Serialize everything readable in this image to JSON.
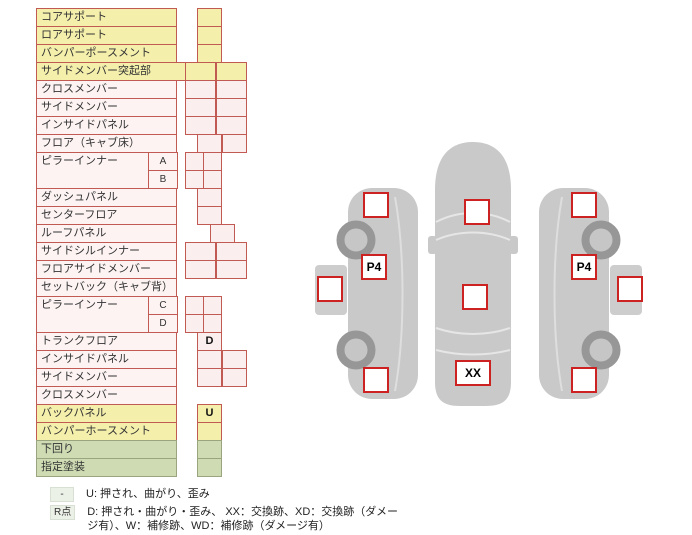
{
  "colors": {
    "yellow": "#f5efac",
    "pink": "#fdf3f3",
    "pink_cell": "#fbeeee",
    "green": "#cedbb3",
    "red_border": "#c05a52",
    "green_border": "#9aa57f",
    "marker_red": "#cc2222",
    "car_gray": "#c9c9c9",
    "wheel_gray": "#979797"
  },
  "table": {
    "rows": [
      {
        "label": "コアサポート",
        "theme": "yellow",
        "variant": "s",
        "texts": [
          ""
        ]
      },
      {
        "label": "ロアサポート",
        "theme": "yellow",
        "variant": "s",
        "texts": [
          ""
        ]
      },
      {
        "label": "バンパーポースメント",
        "theme": "yellow",
        "variant": "s",
        "texts": [
          ""
        ]
      },
      {
        "label": "サイドメンバー突起部",
        "theme": "yellow",
        "variant": "dw",
        "wide": true,
        "texts": [
          "",
          ""
        ]
      },
      {
        "label": "クロスメンバー",
        "theme": "pink",
        "variant": "dw",
        "texts": [
          "",
          ""
        ]
      },
      {
        "label": "サイドメンバー",
        "theme": "pink",
        "variant": "dw",
        "texts": [
          "",
          ""
        ]
      },
      {
        "label": "インサイドパネル",
        "theme": "pink",
        "variant": "dw",
        "texts": [
          "",
          ""
        ]
      },
      {
        "label": "フロア（キャブ床）",
        "theme": "pink",
        "variant": "dr",
        "texts": [
          "",
          ""
        ]
      },
      {
        "label": "ピラーインナー",
        "theme": "pink",
        "subrows": [
          {
            "sub": "A",
            "variant": "dn",
            "texts": [
              "",
              ""
            ]
          },
          {
            "sub": "B",
            "variant": "dn",
            "texts": [
              "",
              ""
            ]
          }
        ]
      },
      {
        "label": "ダッシュパネル",
        "theme": "pink",
        "variant": "s",
        "texts": [
          ""
        ]
      },
      {
        "label": "センターフロア",
        "theme": "pink",
        "variant": "s",
        "texts": [
          ""
        ]
      },
      {
        "label": "ルーフパネル",
        "theme": "pink",
        "variant": "s2",
        "texts": [
          ""
        ]
      },
      {
        "label": "サイドシルインナー",
        "theme": "pink",
        "variant": "dw",
        "texts": [
          "",
          ""
        ]
      },
      {
        "label": "フロアサイドメンバー",
        "theme": "pink",
        "variant": "dw",
        "texts": [
          "",
          ""
        ]
      },
      {
        "label": "セットバック（キャブ背）",
        "theme": "pink",
        "variant": "none",
        "texts": []
      },
      {
        "label": "ピラーインナー",
        "theme": "pink",
        "subrows": [
          {
            "sub": "C",
            "variant": "dn",
            "texts": [
              "",
              ""
            ]
          },
          {
            "sub": "D",
            "variant": "dn",
            "texts": [
              "",
              ""
            ]
          }
        ]
      },
      {
        "label": "トランクフロア",
        "theme": "pink",
        "variant": "s",
        "texts": [
          "D"
        ]
      },
      {
        "label": "インサイドパネル",
        "theme": "pink",
        "variant": "dr",
        "texts": [
          "",
          ""
        ]
      },
      {
        "label": "サイドメンバー",
        "theme": "pink",
        "variant": "dr",
        "texts": [
          "",
          ""
        ]
      },
      {
        "label": "クロスメンバー",
        "theme": "pink",
        "variant": "none",
        "texts": []
      },
      {
        "label": "バックパネル",
        "theme": "yellow",
        "variant": "s",
        "texts": [
          "U"
        ]
      },
      {
        "label": "バンパーホースメント",
        "theme": "yellow",
        "variant": "s",
        "texts": [
          ""
        ]
      },
      {
        "label": "下回り",
        "theme": "green",
        "variant": "s",
        "texts": [
          ""
        ]
      },
      {
        "label": "指定塗装",
        "theme": "green",
        "variant": "s",
        "texts": [
          ""
        ]
      }
    ]
  },
  "diagram": {
    "left": {
      "front": "",
      "p4": "P4",
      "door": "",
      "rear": ""
    },
    "center": {
      "front": "",
      "middle": "",
      "rear": "XX"
    },
    "right": {
      "front": "",
      "p4": "P4",
      "door": "",
      "rear": ""
    }
  },
  "legend": {
    "row1": {
      "key": "-",
      "text": "U: 押され、曲がり、歪み"
    },
    "row2": {
      "key": "R点",
      "text": "D: 押され・曲がり・歪み、 XX：交換跡、XD：交換跡（ダメージ有）、W：補修跡、WD：補修跡（ダメージ有）"
    }
  }
}
